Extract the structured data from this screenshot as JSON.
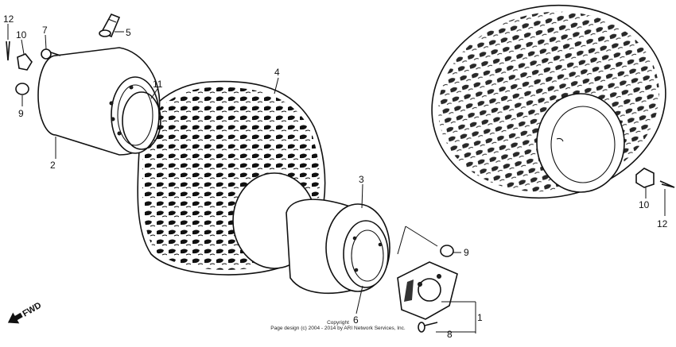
{
  "labels": {
    "l1": "1",
    "l2": "2",
    "l3": "3",
    "l4": "4",
    "l5": "5",
    "l6": "6",
    "l7": "7",
    "l8": "8",
    "l9a": "9",
    "l9b": "9",
    "l10a": "10",
    "l10b": "10",
    "l11": "11",
    "l12a": "12",
    "l12b": "12"
  },
  "direction": "FWD",
  "copyright": {
    "line1": "Copyright",
    "line2": "Page design (c) 2004 - 2014 by ARI Network Services, Inc."
  }
}
